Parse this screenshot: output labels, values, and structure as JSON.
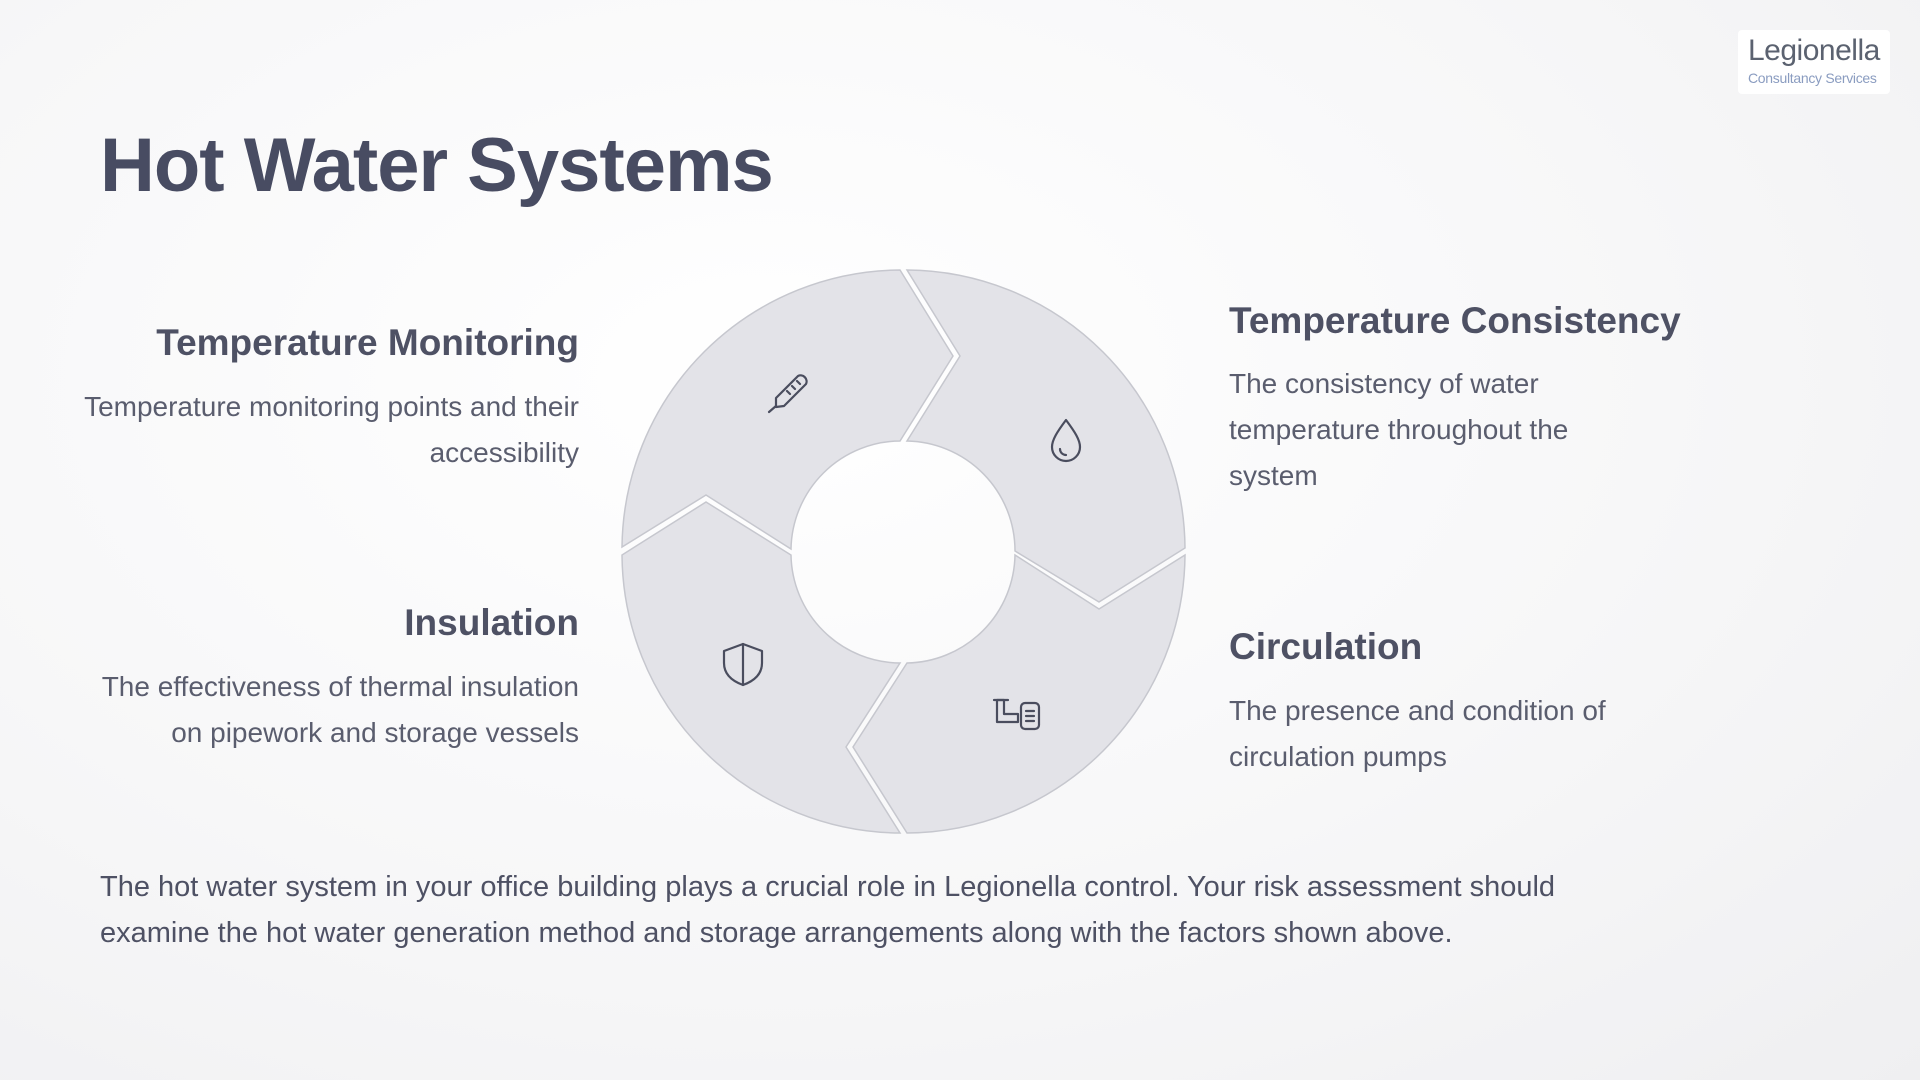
{
  "logo": {
    "main": "Legionella",
    "sub": "Consultancy Services"
  },
  "title": "Hot Water Systems",
  "items": [
    {
      "title": "Temperature Monitoring",
      "desc": "Temperature monitoring points and their accessibility",
      "icon": "thermometer-icon"
    },
    {
      "title": "Temperature Consistency",
      "desc": "The consistency of water temperature throughout the system",
      "icon": "water-drop-icon"
    },
    {
      "title": "Insulation",
      "desc": "The effectiveness of thermal insulation on pipework and storage vessels",
      "icon": "shield-icon"
    },
    {
      "title": "Circulation",
      "desc": "The presence and condition of circulation pumps",
      "icon": "pump-icon"
    }
  ],
  "footer": "The hot water system in your office building plays a crucial role in Legionella control. Your risk assessment should examine the hot water generation method and storage arrangements along with the factors shown above.",
  "colors": {
    "segment_fill": "#e3e3e8",
    "segment_stroke": "#c6c7ce",
    "text": "#4a4d60",
    "icon": "#4a4d5e"
  }
}
